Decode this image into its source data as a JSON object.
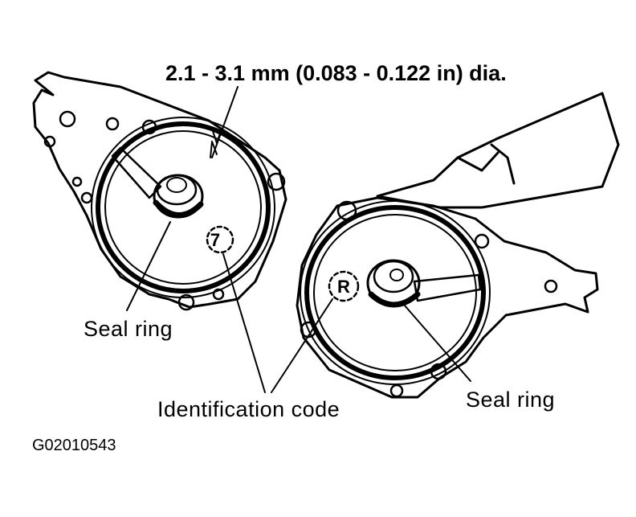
{
  "dimension_label": "2.1 - 3.1 mm (0.083 - 0.122 in) dia.",
  "callouts": {
    "seal_ring_left": "Seal ring",
    "seal_ring_right": "Seal ring",
    "identification_code": "Identification code"
  },
  "part_marks": {
    "left_cover_code": "7",
    "right_cover_code": "R"
  },
  "figure_code": "G02010543",
  "colors": {
    "line": "#000000",
    "background": "#ffffff"
  }
}
